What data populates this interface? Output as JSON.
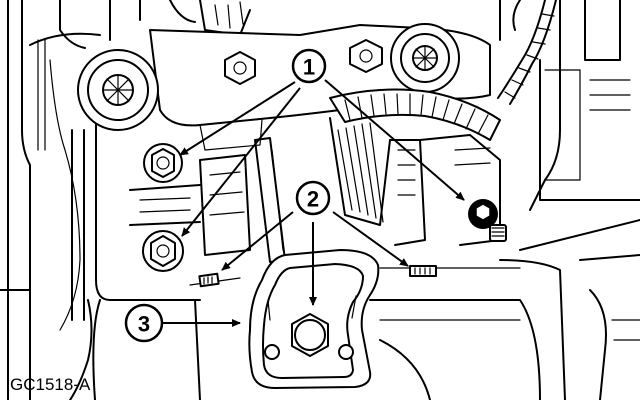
{
  "figure": {
    "id_label": "GC1518-A"
  },
  "callouts": [
    {
      "number": "1"
    },
    {
      "number": "2"
    },
    {
      "number": "3"
    }
  ]
}
